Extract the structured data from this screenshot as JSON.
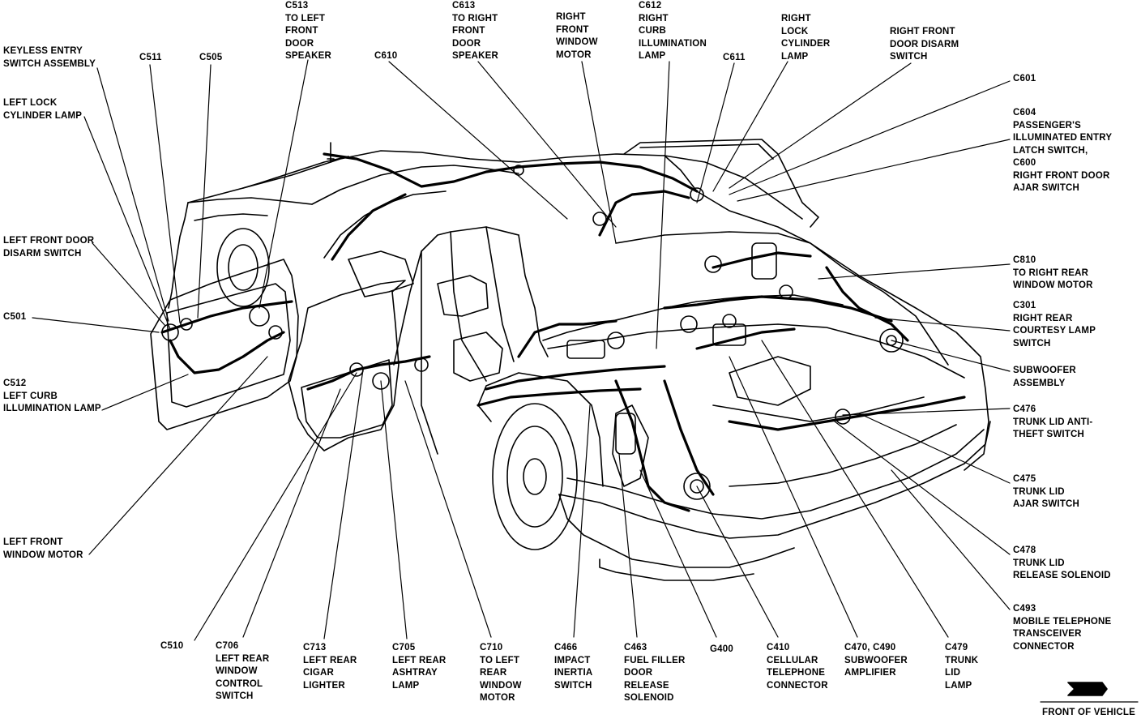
{
  "labels": {
    "keyless_entry": "KEYLESS ENTRY\nSWITCH ASSEMBLY",
    "c511": "C511",
    "c505": "C505",
    "c513": "C513\nTO LEFT\nFRONT\nDOOR\nSPEAKER",
    "c610": "C610",
    "c613": "C613\nTO RIGHT\nFRONT\nDOOR\nSPEAKER",
    "right_front_window_motor": "RIGHT\nFRONT\nWINDOW\nMOTOR",
    "c612": "C612\nRIGHT\nCURB\nILLUMINATION\nLAMP",
    "c611": "C611",
    "right_lock_cylinder": "RIGHT\nLOCK\nCYLINDER\nLAMP",
    "right_front_disarm": "RIGHT FRONT\nDOOR DISARM\nSWITCH",
    "c601": "C601",
    "c604": "C604\nPASSENGER'S\nILLUMINATED ENTRY\nLATCH SWITCH,\nC600\nRIGHT FRONT DOOR\nAJAR SWITCH",
    "left_lock_cylinder": "LEFT LOCK\nCYLINDER LAMP",
    "left_front_disarm": "LEFT FRONT DOOR\nDISARM SWITCH",
    "c501": "C501",
    "c512": "C512\nLEFT CURB\nILLUMINATION LAMP",
    "left_front_window_motor": "LEFT FRONT\nWINDOW MOTOR",
    "c810": "C810\nTO RIGHT REAR\nWINDOW MOTOR",
    "c301": "C301\nRIGHT REAR\nCOURTESY LAMP\nSWITCH",
    "subwoofer_assembly": "SUBWOOFER\nASSEMBLY",
    "c476": "C476\nTRUNK LID ANTI-\nTHEFT SWITCH",
    "c475": "C475\nTRUNK LID\nAJAR SWITCH",
    "c478": "C478\nTRUNK LID\nRELEASE SOLENOID",
    "c493": "C493\nMOBILE TELEPHONE\nTRANSCEIVER\nCONNECTOR",
    "c510": "C510",
    "c706": "C706\nLEFT REAR\nWINDOW\nCONTROL\nSWITCH",
    "c713": "C713\nLEFT REAR\nCIGAR\nLIGHTER",
    "c705": "C705\nLEFT REAR\nASHTRAY\nLAMP",
    "c710": "C710\nTO LEFT\nREAR\nWINDOW\nMOTOR",
    "c466": "C466\nIMPACT\nINERTIA\nSWITCH",
    "c463": "C463\nFUEL FILLER\nDOOR\nRELEASE\nSOLENOID",
    "g400": "G400",
    "c410": "C410\nCELLULAR\nTELEPHONE\nCONNECTOR",
    "c470": "C470, C490\nSUBWOOFER\nAMPLIFIER",
    "c479": "C479\nTRUNK\nLID\nLAMP",
    "front_of_vehicle": "FRONT OF VEHICLE"
  },
  "icons": {
    "arrow": "front-direction-arrow-icon"
  },
  "colors": {
    "ink": "#000000",
    "paper": "#ffffff"
  }
}
